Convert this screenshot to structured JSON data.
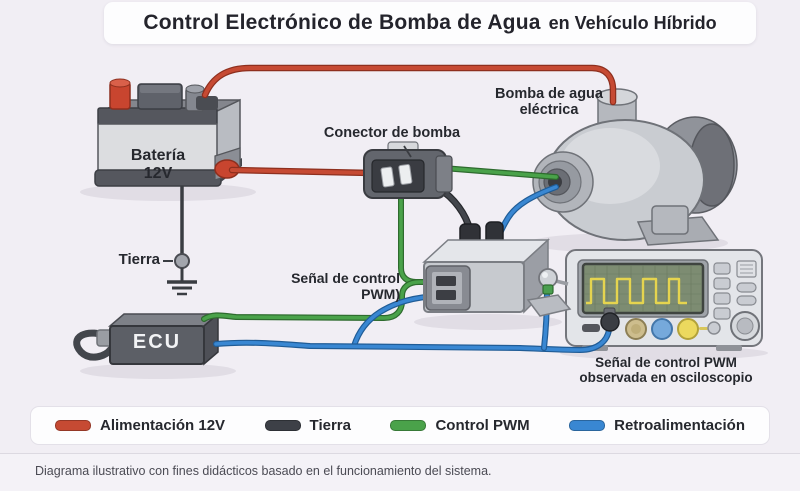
{
  "title": {
    "main": "Control Electrónico de Bomba de Agua",
    "suffix": "en Vehículo Híbrido"
  },
  "components": {
    "battery": {
      "line1": "Batería",
      "line2": "12V"
    },
    "ground": {
      "label": "Tierra"
    },
    "connector": {
      "label": "Conector de bomba"
    },
    "pump": {
      "line1": "Bomba de agua",
      "line2": "eléctrica"
    },
    "pwm_signal": {
      "line1": "Señal de control",
      "line2": "PWM)"
    },
    "ecu": {
      "label": "ECU"
    },
    "oscilloscope": {
      "line1": "Señal de control PWM",
      "line2": "observada en osciloscopio"
    }
  },
  "legend": {
    "items": [
      {
        "label": "Alimentación 12V",
        "color": "#c64a33"
      },
      {
        "label": "Tierra",
        "color": "#3d4047"
      },
      {
        "label": "Control PWM",
        "color": "#4aa24a"
      },
      {
        "label": "Retroalimentación",
        "color": "#3987d2"
      }
    ]
  },
  "footer": {
    "note": "Diagrama ilustrativo con fines didácticos basado en el funcionamiento del sistema."
  },
  "colors": {
    "background": "#f1eef4",
    "wire_power": "#c64a33",
    "wire_ground": "#43464c",
    "wire_pwm": "#4aa24a",
    "wire_feedback": "#3987d2",
    "scope_screen": "#7d8c72",
    "scope_trace": "#e5d44f"
  }
}
